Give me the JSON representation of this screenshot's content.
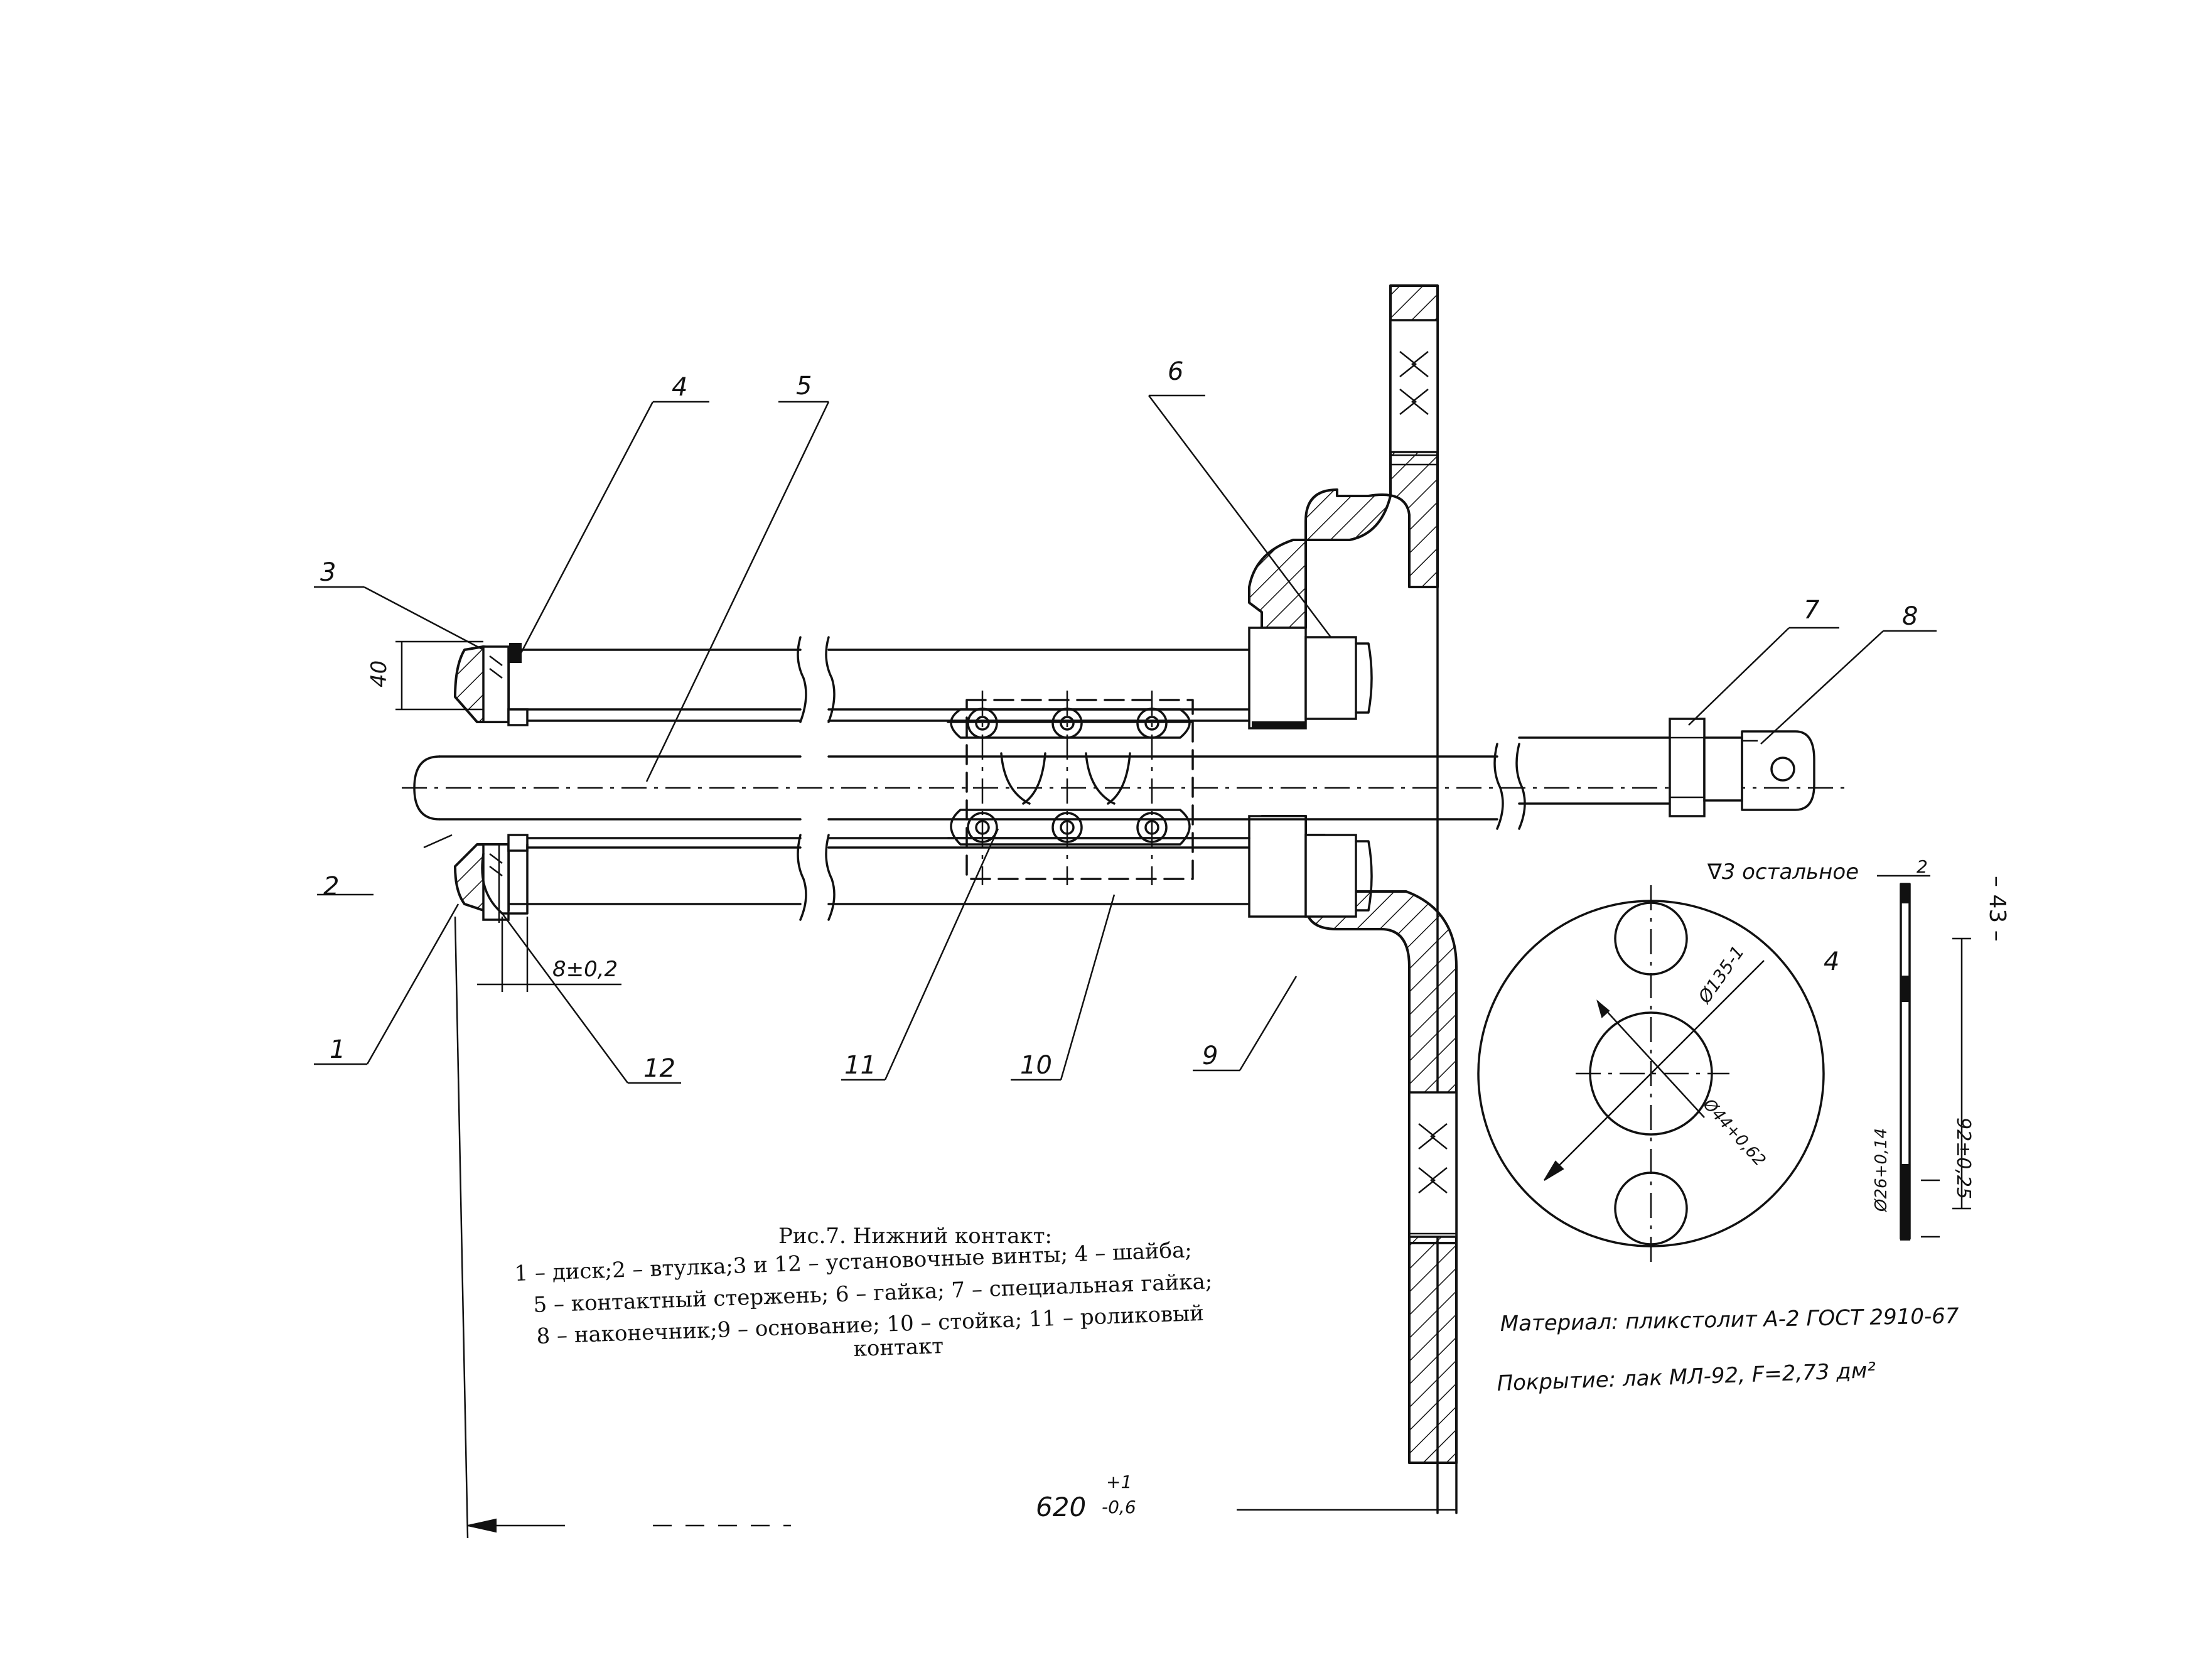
{
  "callouts": {
    "c1": "1",
    "c2": "2",
    "c3": "3",
    "c4": "4",
    "c5": "5",
    "c6": "6",
    "c7": "7",
    "c8": "8",
    "c9": "9",
    "c10": "10",
    "c11": "11",
    "c12": "12",
    "washer_part": "4"
  },
  "dimensions": {
    "height_40": "40",
    "gap": "8±0,2",
    "overall_base": "620",
    "overall_upper": "+1",
    "overall_lower": "-0,6",
    "washer_outer": "Ø135-1",
    "washer_center_hole": "Ø44+0,62",
    "washer_side_hole": "Ø26+0,14",
    "washer_hole_spacing": "92±0,25",
    "washer_thickness": "2"
  },
  "notes": {
    "surface_finish": "∇3 остальное",
    "material": "Материал: пликстолит А-2 ГОСТ 2910-67",
    "coating": "Покрытие: лак МЛ-92, F=2,73 дм²"
  },
  "caption": {
    "title": "Рис.7. Нижний контакт:",
    "line1": "1 – диск;2 – втулка;3 и 12 – установочные винты; 4 – шайба;",
    "line2": "5 – контактный стержень; 6 – гайка; 7 – специальная гайка;",
    "line3": "8 – наконечник;9 – основание; 10 – стойка; 11 – роликовый",
    "line4": "контакт"
  },
  "page_number": "– 43 –"
}
